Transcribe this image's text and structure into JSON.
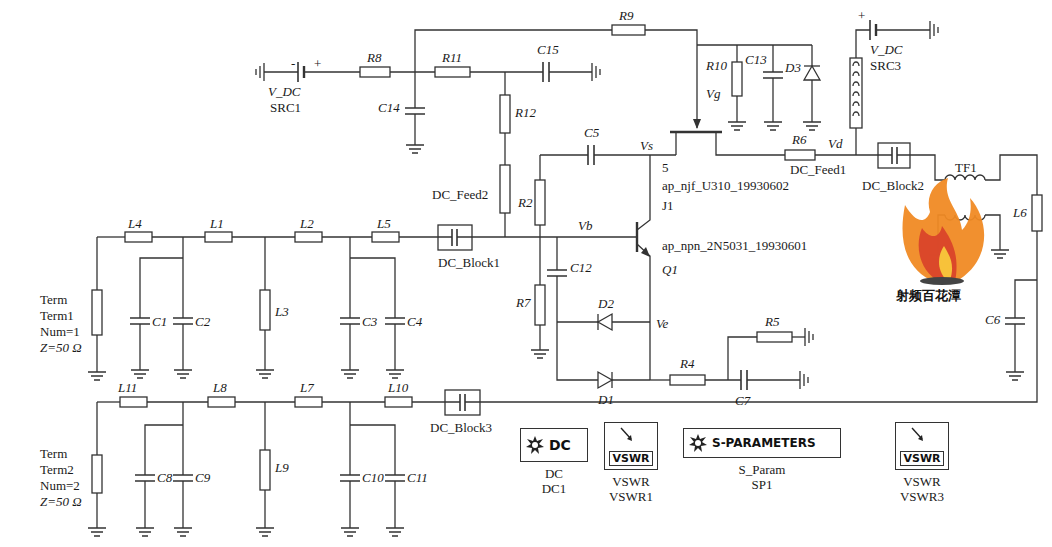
{
  "diagram": {
    "nodes": [
      {
        "text": [
          "DC",
          "DC DC1"
        ]
      },
      {
        "text": [
          "VSWR",
          "VSWR VSWR1"
        ]
      },
      {
        "text": [
          "S-PARAMETERS",
          "S_Param SP1"
        ]
      },
      {
        "text": [
          "VSWR",
          "VSWR VSWR3"
        ]
      }
    ],
    "labels": [
      "R9",
      "R8",
      "R11",
      "C15",
      "-",
      "+",
      "V_DC",
      "SRC1",
      "C14",
      "R12",
      "R10",
      "Vg",
      "C13",
      "D3",
      "+",
      "V_DC",
      "SRC3",
      "Vs",
      "R6",
      "Vd",
      "5",
      "C5",
      "DC_Feed1",
      "ap_njf_U310_19930602",
      "DC_Block2",
      "TF1",
      "J1",
      "DC_Feed2",
      "R2",
      "L6",
      "L4",
      "L1",
      "L2",
      "L5",
      "Vb",
      "ap_npn_2N5031_19930601",
      "DC_Block1",
      "C12",
      "Q1",
      "Term",
      "Term1",
      "Num=1",
      "Z=50 Ω",
      "R7",
      "D2",
      "C6",
      "R5",
      "C1",
      "C2",
      "L3",
      "C3",
      "C4",
      "Ve",
      "R4",
      "D1",
      "C7",
      "L11",
      "L8",
      "L7",
      "L10",
      "DC_Block3",
      "Term",
      "Term2",
      "Num=2",
      "Z=50 Ω",
      "C8",
      "C9",
      "L9",
      "C10",
      "C11",
      "射频百花潭"
    ]
  }
}
